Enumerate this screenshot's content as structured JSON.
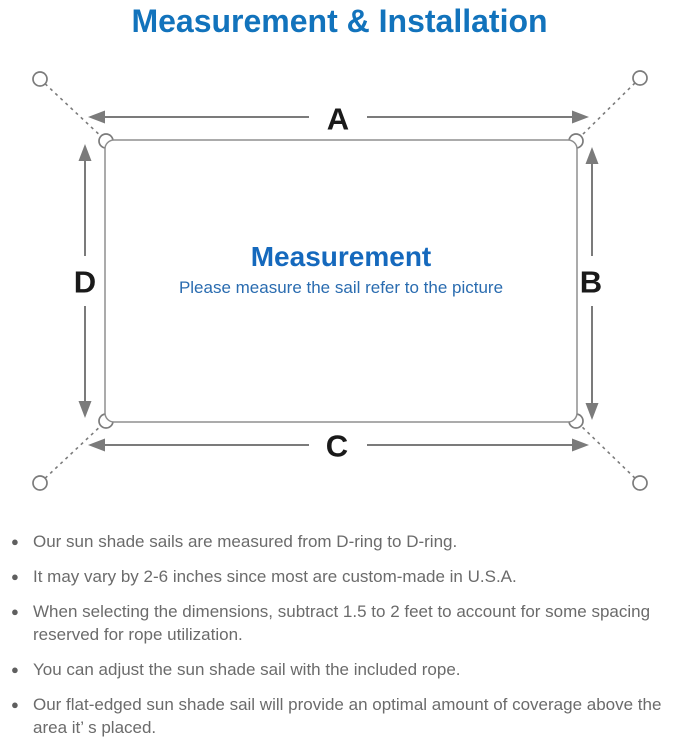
{
  "title": "Measurement & Installation",
  "diagram": {
    "labels": {
      "top": "A",
      "right": "B",
      "bottom": "C",
      "left": "D"
    },
    "center_heading": "Measurement",
    "center_subtitle": "Please measure the sail refer to the picture",
    "colors": {
      "title_blue": "#1273bc",
      "center_heading_blue": "#1569bd",
      "center_subtitle_blue": "#2a6cb0",
      "line_gray": "#7b7b7b",
      "outline_gray": "#8f8f8f",
      "label_black": "#1a1a1a",
      "note_gray": "#6b6b6b"
    }
  },
  "icons": {
    "bullet": "●"
  },
  "notes": {
    "items": [
      "Our sun shade sails are measured from D-ring to D-ring.",
      "It may vary by 2-6 inches since most are custom-made in U.S.A.",
      "When selecting the dimensions, subtract 1.5 to 2 feet to account for some spacing reserved for rope utilization.",
      "You can adjust the sun shade sail with the included rope.",
      "Our flat-edged sun shade sail will provide an optimal amount of coverage above the area it’ s placed."
    ]
  }
}
